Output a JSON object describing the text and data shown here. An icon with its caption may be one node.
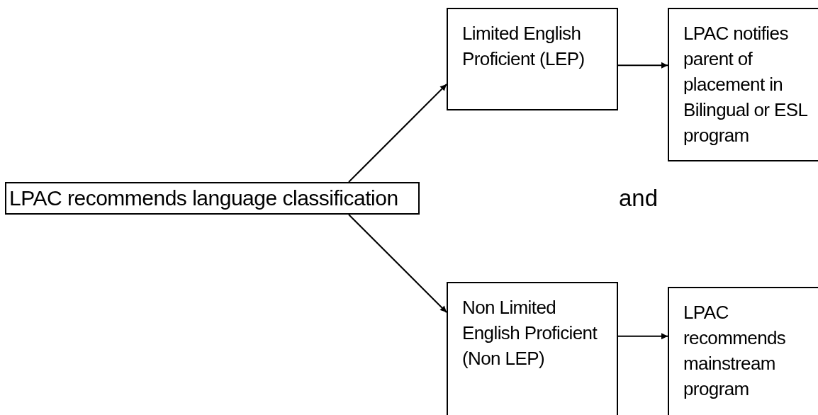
{
  "diagram": {
    "nodes": [
      {
        "text": [
          "LPAC recommends language classification"
        ]
      },
      {
        "text": [
          "Limited English Proficient (LEP)"
        ]
      },
      {
        "text": [
          "LPAC notifies parent of placement in Bilingual or ESL program"
        ]
      },
      {
        "text": [
          "Non Limited English Proficient (Non LEP)"
        ]
      },
      {
        "text": [
          "LPAC recommends mainstream program"
        ]
      }
    ],
    "edges": [
      {
        "from": 0,
        "to": 1,
        "arrow": "to"
      },
      {
        "from": 0,
        "to": 3,
        "arrow": "to"
      },
      {
        "from": 1,
        "to": 2,
        "arrow": "to"
      },
      {
        "from": 3,
        "to": 4,
        "arrow": "to"
      }
    ],
    "labels": [
      "and"
    ]
  }
}
